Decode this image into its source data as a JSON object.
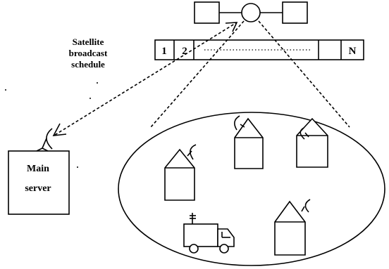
{
  "diagram": {
    "schedule_label": [
      "Satellite",
      "broadcast",
      "schedule"
    ],
    "schedule_slots": [
      "1",
      "2",
      "N"
    ],
    "server_label": [
      "Main",
      "server"
    ]
  },
  "icons": {
    "satellite": "satellite-icon",
    "dish": "satellite-dish-icon",
    "house": "house-icon",
    "vehicle": "vehicle-icon"
  },
  "colors": {
    "ink": "#000000",
    "background": "#ffffff"
  }
}
